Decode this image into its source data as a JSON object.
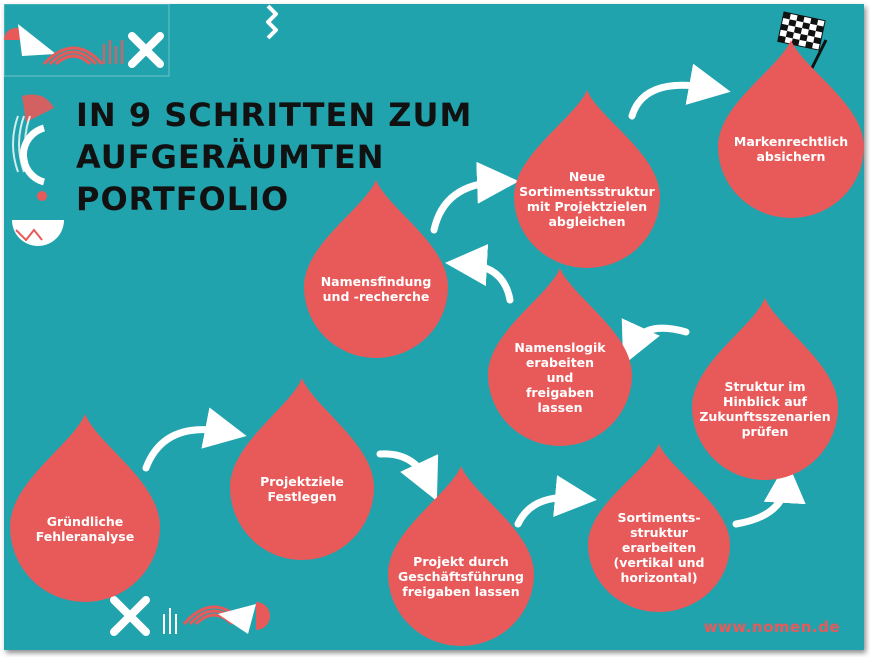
{
  "title": {
    "line1": "IN 9 SCHRITTEN ZUM",
    "line2": "AUFGERÄUMTEN",
    "line3": "PORTFOLIO"
  },
  "steps": [
    {
      "label": "Gründliche\nFehleranalyse"
    },
    {
      "label": "Projektziele\nFestlegen"
    },
    {
      "label": "Projekt durch\nGeschäftsführung\nfreigaben lassen"
    },
    {
      "label": "Sortiments-\nstruktur\nerarbeiten\n(vertikal und\nhorizontal)"
    },
    {
      "label": "Struktur im\nHinblick auf\nZukunftsszenarien\nprüfen"
    },
    {
      "label": "Namenslogik\nerabeiten\nund\nfreigaben\nlassen"
    },
    {
      "label": "Namensfindung\nund -recherche"
    },
    {
      "label": "Neue\nSortimentsstruktur\nmit Projektzielen\nabgleichen"
    },
    {
      "label": "Markenrechtlich\nabsichern"
    }
  ],
  "footer": {
    "url": "www.nomen.de"
  },
  "colors": {
    "background": "#20a3ad",
    "drop": "#e85a5a",
    "text": "#ffffff",
    "title": "#111111"
  }
}
